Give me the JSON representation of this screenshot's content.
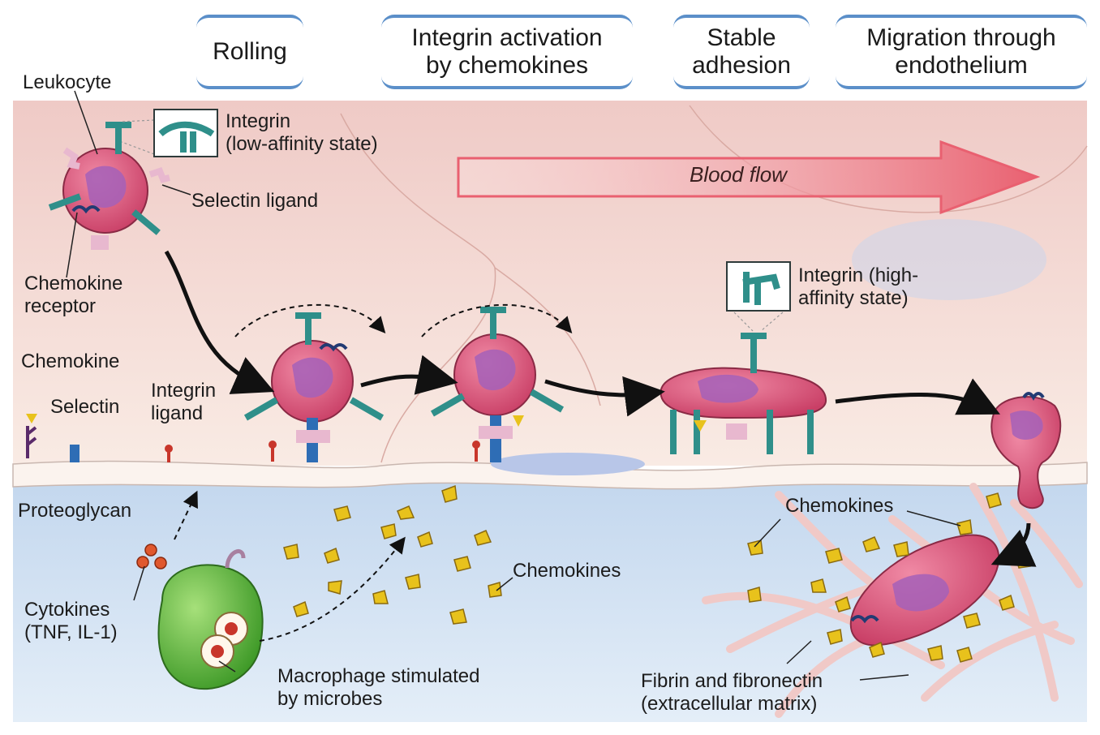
{
  "headers": [
    {
      "text": "Rolling"
    },
    {
      "text": "Integrin activation\nby chemokines"
    },
    {
      "text": "Stable\nadhesion"
    },
    {
      "text": "Migration through\nendothelium"
    }
  ],
  "labels": {
    "leukocyte": "Leukocyte",
    "integrin_low": "Integrin\n(low-affinity state)",
    "selectin_ligand": "Selectin ligand",
    "chemokine_receptor": "Chemokine\nreceptor",
    "blood_flow": "Blood flow",
    "integrin_high": "Integrin (high-\naffinity state)",
    "chemokine": "Chemokine",
    "selectin": "Selectin",
    "integrin_ligand": "Integrin\nligand",
    "proteoglycan": "Proteoglycan",
    "cytokines": "Cytokines\n(TNF, IL-1)",
    "chemokines_mid": "Chemokines",
    "macrophage": "Macrophage stimulated\nby microbes",
    "chemokines_right": "Chemokines",
    "fibrin": "Fibrin and fibronectin\n(extracellular matrix)"
  },
  "colors": {
    "vessel_top": "#f2d3cf",
    "vessel_bottom": "#f8e7df",
    "tissue": "#cfe0f1",
    "header_border": "#5b8fc9",
    "leukocyte": "#d9557a",
    "nucleus": "#a560b8",
    "integrin": "#2f8f8a",
    "selectin": "#2e6db5",
    "chemokine": "#e8c21c",
    "macrophage": "#5fb534",
    "fibrin": "#f0c9c7",
    "arrow": "#e96070"
  }
}
